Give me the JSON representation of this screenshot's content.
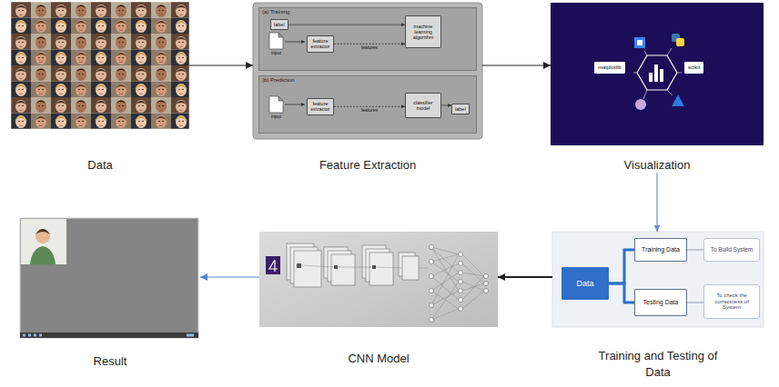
{
  "diagram": {
    "nodes": [
      {
        "text": [
          "Data"
        ]
      },
      {
        "text": [
          "Feature Extraction"
        ]
      },
      {
        "text": [
          "(a) Training"
        ],
        "in": 1
      },
      {
        "text": [
          "label"
        ],
        "in": 2
      },
      {
        "text": [
          "feature extractor"
        ],
        "in": 2
      },
      {
        "text": [
          "machine learning algorithm"
        ],
        "in": 2
      },
      {
        "text": [
          "(b) Prediction"
        ],
        "in": 1
      },
      {
        "text": [
          "feature extractor"
        ],
        "in": 6
      },
      {
        "text": [
          "classifier model"
        ],
        "in": 6
      },
      {
        "text": [
          "label"
        ],
        "in": 6
      },
      {
        "text": [
          "Visualization"
        ]
      },
      {
        "text": [
          "matplotlib"
        ],
        "in": 10
      },
      {
        "text": [
          "scikit"
        ],
        "in": 10
      },
      {
        "text": [
          "Training and Testing of Data"
        ]
      },
      {
        "text": [
          "Data"
        ],
        "in": 13
      },
      {
        "text": [
          "Training Data"
        ],
        "in": 13
      },
      {
        "text": [
          "Testing Data"
        ],
        "in": 13
      },
      {
        "text": [
          "To Build System"
        ],
        "in": 13
      },
      {
        "text": [
          "To check the correctness of System"
        ],
        "in": 13
      },
      {
        "text": [
          "CNN Model"
        ]
      },
      {
        "text": [
          "Result"
        ]
      }
    ],
    "edges": [
      {
        "from": 0,
        "to": 1,
        "arrow": "to"
      },
      {
        "from": 1,
        "to": 10,
        "arrow": "to"
      },
      {
        "from": 10,
        "to": 13,
        "arrow": "to"
      },
      {
        "from": 13,
        "to": 19,
        "arrow": "to"
      },
      {
        "from": 19,
        "to": 20,
        "arrow": "to"
      },
      {
        "from": 3,
        "to": 5,
        "arrow": "to"
      },
      {
        "from": 4,
        "to": 5,
        "arrow": "to",
        "label": "features"
      },
      {
        "from": 7,
        "to": 8,
        "arrow": "to",
        "label": "features"
      },
      {
        "from": 8,
        "to": 9,
        "arrow": "to"
      },
      {
        "from": 14,
        "to": 15,
        "arrow": "none"
      },
      {
        "from": 14,
        "to": 16,
        "arrow": "none"
      },
      {
        "from": 15,
        "to": 17,
        "arrow": "none"
      },
      {
        "from": 16,
        "to": 18,
        "arrow": "none"
      }
    ],
    "labels": [
      "input",
      "input"
    ]
  }
}
